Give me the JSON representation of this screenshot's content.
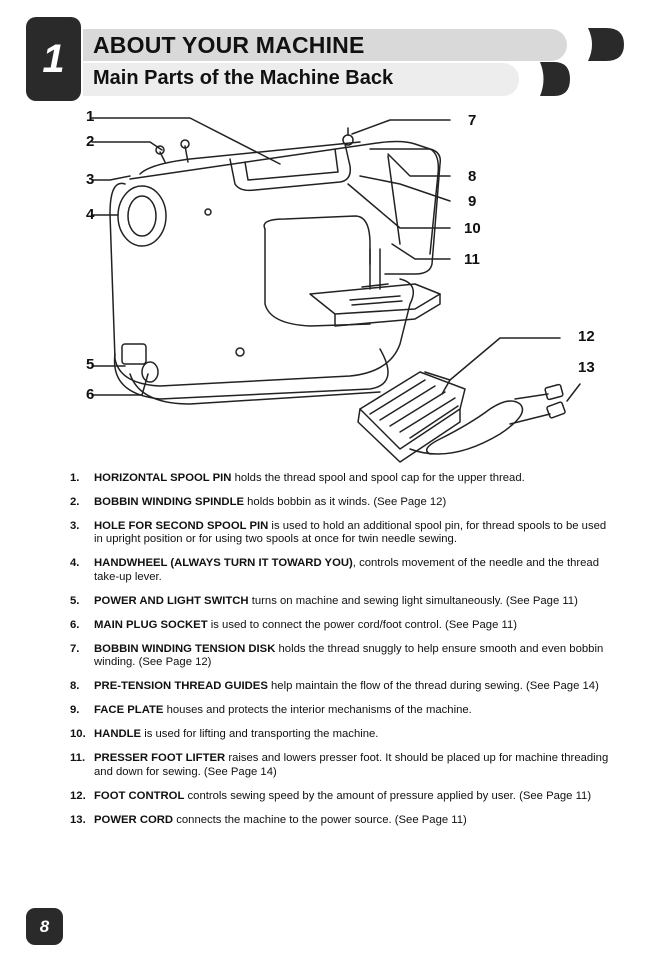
{
  "chapter": {
    "number": "1"
  },
  "header": {
    "title": "ABOUT YOUR MACHINE",
    "subtitle": "Main Parts of the Machine Back"
  },
  "callouts": [
    "1",
    "2",
    "3",
    "4",
    "5",
    "6",
    "7",
    "8",
    "9",
    "10",
    "11",
    "12",
    "13"
  ],
  "parts": [
    {
      "num": "1.",
      "name": "HORIZONTAL SPOOL PIN",
      "desc": " holds the thread spool and spool cap for the upper thread."
    },
    {
      "num": "2.",
      "name": "BOBBIN WINDING SPINDLE",
      "desc": " holds bobbin as it winds. (See Page 12)"
    },
    {
      "num": "3.",
      "name": "HOLE FOR SECOND SPOOL PIN",
      "desc": " is used to hold an additional spool pin, for thread spools to be used in upright position or for using two spools at once for twin needle sewing."
    },
    {
      "num": "4.",
      "name": "HANDWHEEL (ALWAYS TURN IT TOWARD YOU)",
      "desc": ", controls movement of the needle and the thread take-up lever."
    },
    {
      "num": "5.",
      "name": "POWER AND LIGHT SWITCH",
      "desc": " turns on machine and sewing light simultaneously. (See Page 11)"
    },
    {
      "num": "6.",
      "name": "MAIN PLUG SOCKET",
      "desc": " is used to connect the power cord/foot control. (See Page 11)"
    },
    {
      "num": "7.",
      "name": "BOBBIN WINDING TENSION DISK",
      "desc": " holds the thread snuggly to help ensure smooth and even bobbin winding. (See Page 12)"
    },
    {
      "num": "8.",
      "name": "PRE-TENSION THREAD GUIDES",
      "desc": " help maintain the flow of the thread during sewing. (See Page 14)"
    },
    {
      "num": "9.",
      "name": "FACE PLATE",
      "desc": " houses and protects the interior mechanisms of the machine."
    },
    {
      "num": "10.",
      "name": "HANDLE",
      "desc": " is used for lifting and transporting the machine."
    },
    {
      "num": "11.",
      "name": "PRESSER FOOT LIFTER",
      "desc": " raises and lowers presser foot. It should be placed up for machine threading and down for sewing. (See Page 14)"
    },
    {
      "num": "12.",
      "name": "FOOT CONTROL",
      "desc": " controls sewing speed by the amount of pressure applied by user. (See Page 11)"
    },
    {
      "num": "13.",
      "name": "POWER CORD",
      "desc": " connects the machine to the power source. (See Page 11)"
    }
  ],
  "footer": {
    "page_number": "8"
  }
}
